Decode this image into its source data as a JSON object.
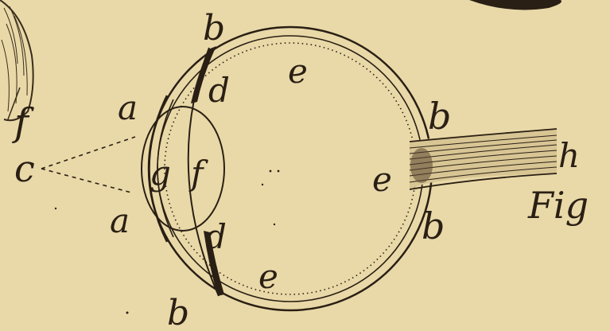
{
  "diagram": {
    "labels": {
      "f_top_left": "f",
      "b_top": "b",
      "d_top": "d",
      "e_top": "e",
      "a_upper": "a",
      "c": "c",
      "g": "g",
      "f_lens": "f",
      "b_right_upper": "b",
      "e_center": "e",
      "h": "h",
      "fig": "Fig",
      "a_lower": "a",
      "d_lower": "d",
      "b_right_lower": "b",
      "e_bottom": "e",
      "b_bottom": "b"
    },
    "colors": {
      "paper": "#e9d9a8",
      "ink": "#2a1f14"
    }
  }
}
